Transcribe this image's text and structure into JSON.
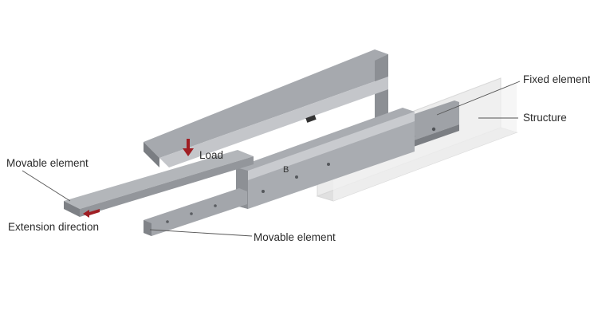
{
  "labels": {
    "fixed_element": "Fixed element",
    "structure": "Structure",
    "load": "Load",
    "movable_element_left": "Movable element",
    "movable_element_bottom": "Movable element",
    "extension_direction": "Extension direction",
    "letter_b": "B"
  },
  "colors": {
    "rail_top": "#b9bcc0",
    "rail_side": "#9a9da2",
    "rail_dark": "#6f7277",
    "structure": "#e6e6e6",
    "arrow_red": "#a01e23",
    "leader": "#555555"
  }
}
